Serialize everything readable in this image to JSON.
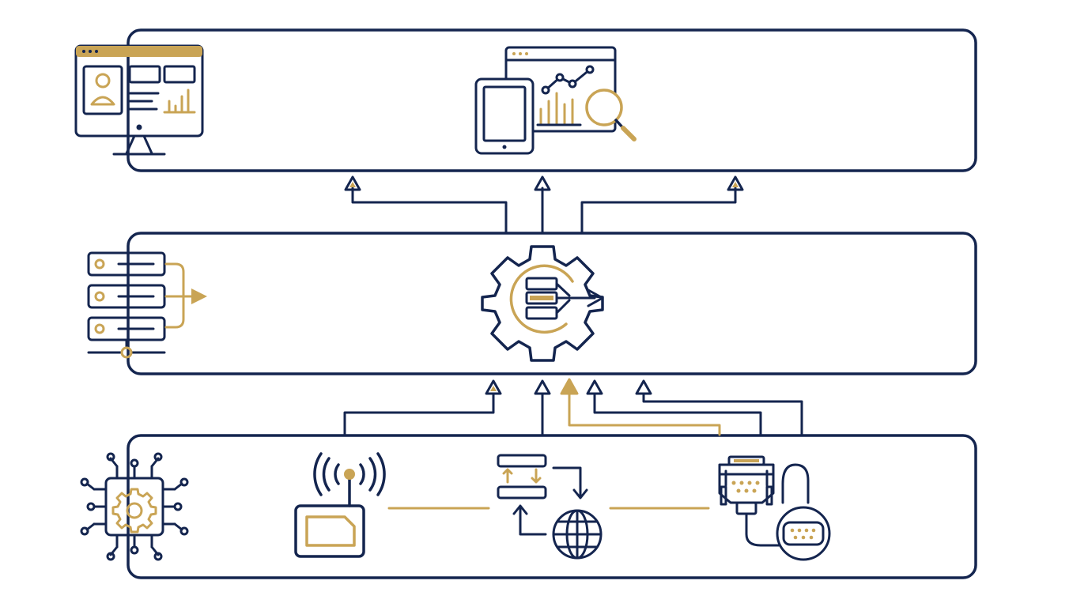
{
  "colors": {
    "navy": "#14254f",
    "gold": "#c9a455",
    "background": "#ffffff"
  },
  "layers": [
    {
      "id": "presentation",
      "icons": [
        "monitor-dashboard-icon",
        "tablet-analytics-icon",
        "magnifier-icon"
      ]
    },
    {
      "id": "processing",
      "icons": [
        "server-stack-icon",
        "gear-flowchart-icon"
      ]
    },
    {
      "id": "device",
      "icons": [
        "chip-icon",
        "wireless-router-icon",
        "data-exchange-icon",
        "globe-icon",
        "serial-connector-icon"
      ]
    }
  ]
}
